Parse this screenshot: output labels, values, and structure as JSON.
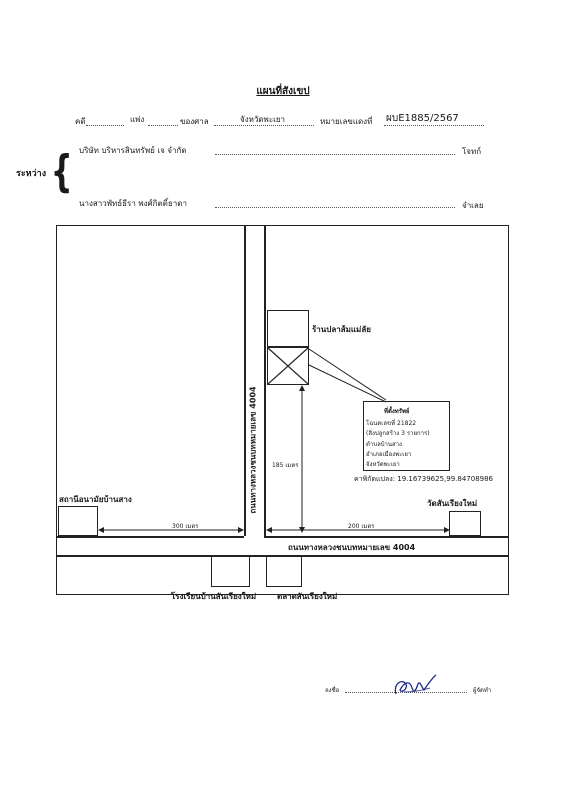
{
  "header": {
    "title": "แผนที่สังเขป",
    "case_label": "คดี",
    "case_type": "แพ่ง",
    "court_label": "ของศาล",
    "court_name": "จังหวัดพะเยา",
    "case_no_label": "หมายเลขแดงที่",
    "case_no": "ผบE1885/2567"
  },
  "parties": {
    "between_label": "ระหว่าง",
    "plaintiff_name": "บริษัท บริหารสินทรัพย์ เจ จำกัด",
    "plaintiff_role": "โจทก์",
    "defendant_name": "นางสาวพัทธ์ธีรา พงศ์กิตติ์ธาดา",
    "defendant_role": "จำเลย"
  },
  "map": {
    "shop_label": "ร้านปลาส้มแม่ลัย",
    "vertical_road_label": "ถนนทางหลวงชนบทหมายเลข 4004",
    "horizontal_road_label": "ถนนทางหลวงชนบทหมายเลข 4004",
    "health_station_label": "สถานีอนามัยบ้านสาง",
    "temple_label": "วัดสันเรียงใหม่",
    "school_label": "โรงเรียนบ้านสันเรียงใหม่",
    "market_label": "ตลาดสันเรียงใหม่",
    "dist_left": "300 เมตร",
    "dist_right": "200 เมตร",
    "dist_vertical": "185 เมตร",
    "property": {
      "heading": "ที่ตั้งทรัพย์",
      "line1": "โฉนดเลขที่ 21822",
      "line2": "(สิ่งปลูกสร้าง 3 รายการ)",
      "line3": "ตำบลบ้านสาง",
      "line4": "อำเภอเมืองพะเยา",
      "line5": "จังหวัดพะเยา"
    },
    "coordinates": "คาพิกัดแปลง: 19.16739625,99.84708986"
  },
  "signature": {
    "sign_label": "ลงชื่อ",
    "role": "ผู้จัดทำ"
  }
}
